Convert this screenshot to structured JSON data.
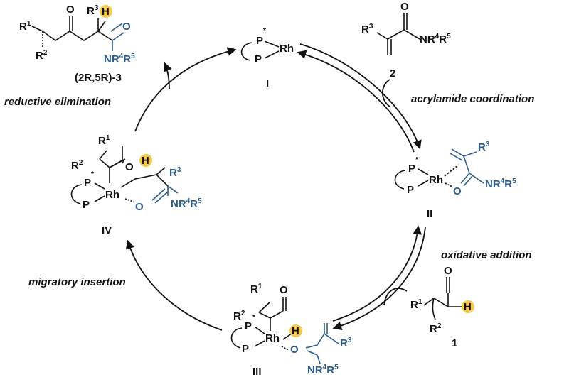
{
  "compounds": {
    "cat_I": {
      "label": "I",
      "metal": "Rh",
      "ligand": "P",
      "star": "*"
    },
    "cat_II": {
      "label": "II",
      "metal": "Rh"
    },
    "cat_III": {
      "label": "III",
      "metal": "Rh"
    },
    "cat_IV": {
      "label": "IV",
      "metal": "Rh"
    },
    "substrate_1": {
      "label": "1"
    },
    "substrate_2": {
      "label": "2"
    },
    "product_3": {
      "label": "(2R,5R)-3"
    }
  },
  "atoms": {
    "R1": "R",
    "R1_sup": "1",
    "R2": "R",
    "R2_sup": "2",
    "R3": "R",
    "R3_sup": "3",
    "NR4R5": "NR",
    "NR4R5_a": "4",
    "NR4R5_b": "R",
    "NR4R5_c": "5",
    "O": "O",
    "H": "H",
    "P": "P",
    "Rh": "Rh",
    "star": "*"
  },
  "steps": {
    "reductive_elimination": "reductive elimination",
    "acrylamide_coordination": "acrylamide coordination",
    "oxidative_addition": "oxidative addition",
    "migratory_insertion": "migratory insertion"
  },
  "colors": {
    "blue": "#2b5c8a",
    "highlight": "#f7c94a",
    "ink": "#111111"
  }
}
